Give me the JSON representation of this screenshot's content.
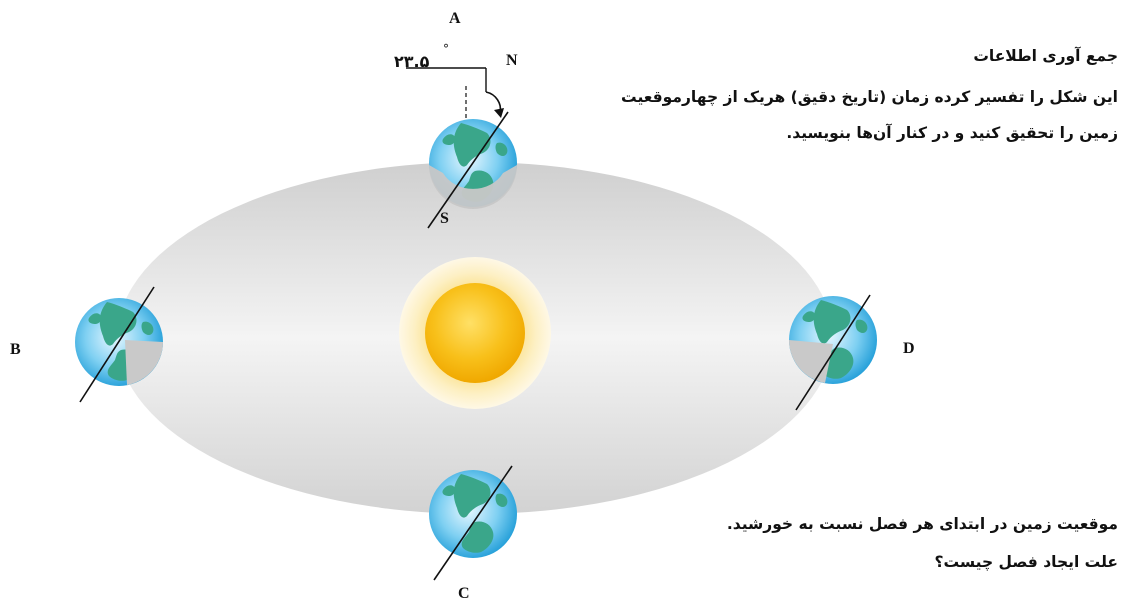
{
  "labels": {
    "a": "A",
    "b": "B",
    "c": "C",
    "d": "D",
    "north": "N",
    "south": "S",
    "angle": "۲۳.۵",
    "degree_sign": "°"
  },
  "text": {
    "heading": "جمع آوری اطلاعات",
    "instruction_line1": "این شکل را تفسیر کرده زمان (تاریخ دقیق) هریک از چهارموقعیت",
    "instruction_line2": "زمین را تحقیق کنید و در کنار آن‌ها بنویسید.",
    "question_line1": "موقعیت زمین در ابتدای هر فصل نسبت به خورشید.",
    "question_line2": "علت ایجاد فصل چیست؟"
  },
  "colors": {
    "orbit": "#d9d9d9",
    "sun_core": "#f5b400",
    "sun_glow": "#fde9a6",
    "ocean": "#2aa6e0",
    "land": "#3aa68a",
    "night_side": "#bdbdbd"
  }
}
